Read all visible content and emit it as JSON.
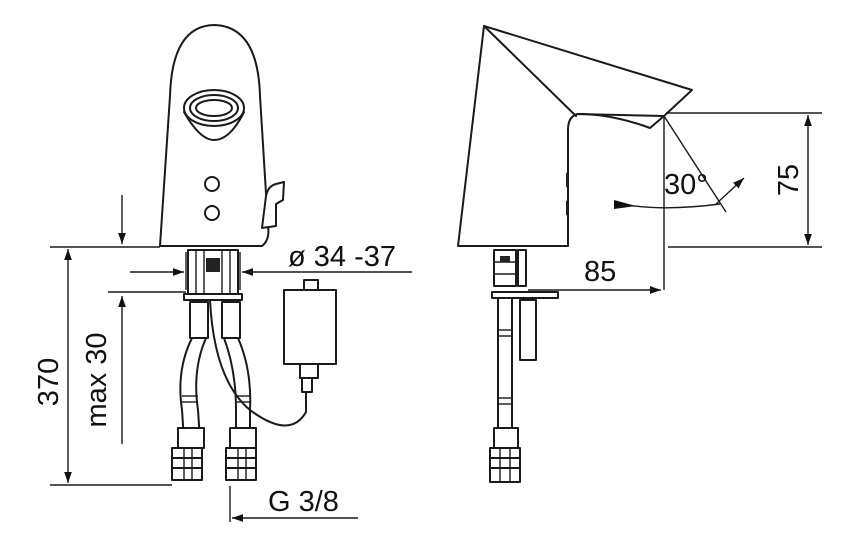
{
  "dimensions": {
    "diameter": "ø 34 -37",
    "height_total": "370",
    "max_thickness": "max 30",
    "thread": "G 3/8",
    "reach": "85",
    "spout_height": "75",
    "angle": "30°"
  },
  "colors": {
    "line": "#1a1a1a",
    "background": "#ffffff"
  }
}
